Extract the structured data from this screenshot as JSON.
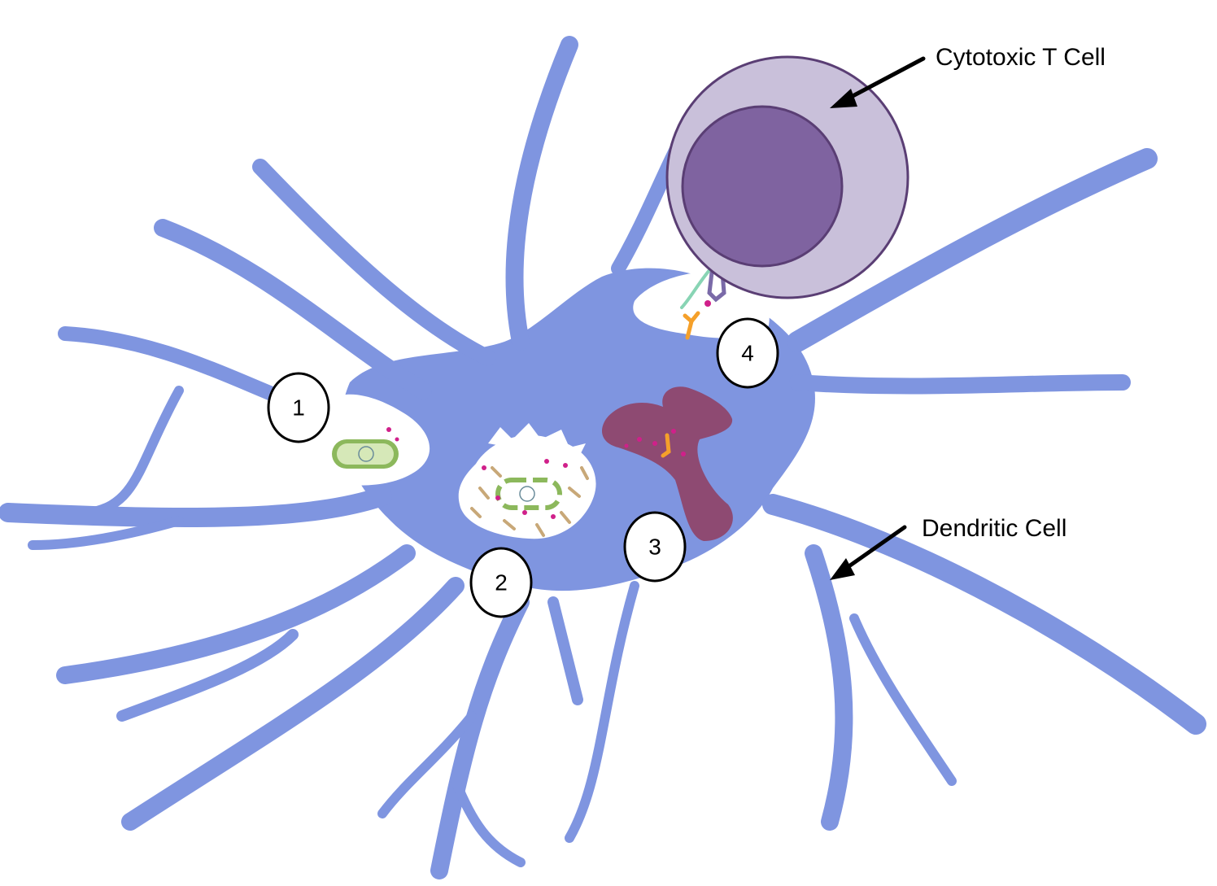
{
  "labels": {
    "t_cell": "Cytotoxic T Cell",
    "dendritic_cell": "Dendritic Cell"
  },
  "steps": [
    {
      "number": "1"
    },
    {
      "number": "2"
    },
    {
      "number": "3"
    },
    {
      "number": "4"
    }
  ],
  "colors": {
    "dendritic_cell": "#7f95e0",
    "t_cell_outer": "#c9c0da",
    "t_cell_nucleus": "#7f63a0",
    "t_cell_outline": "#5a3e74",
    "endoplasmic_reticulum": "#8e4a72",
    "bacterium": "#8cb85c",
    "bacterium_inner": "#d6e8b8",
    "receptor_orange": "#f5a02a",
    "tcr_green": "#88d4b4",
    "tcr_purple": "#7a6aa8",
    "peptide_pink": "#d0208a",
    "fragment_tan": "#c8a878",
    "arrow": "#000000"
  }
}
